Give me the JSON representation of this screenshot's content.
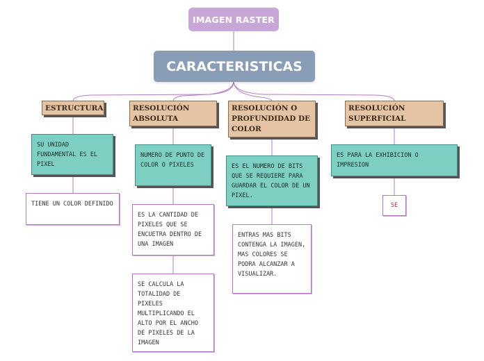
{
  "root": {
    "label": "IMAGEN RASTER"
  },
  "main": {
    "label": "CARACTERISTICAS"
  },
  "categories": [
    {
      "title": "ESTRUCTURA",
      "children": [
        "SU UNIDAD FUNDAMENTAL ES EL PIXEL",
        "TIENE UN COLOR DEFINIDO"
      ]
    },
    {
      "title": "RESOLUCIÓN ABSOLUTA",
      "children": [
        "NUMERO DE PUNTO DE COLOR O PIXELES",
        "ES LA CANTIDAD DE PIXELES QUE SE ENCUETRA DENTRO DE UNA IMAGEN",
        "SE CALCULA LA TOTALIDAD DE PIXELES MULTIPLICANDO EL ALTO POR EL ANCHO DE PIXELES DE LA IMAGEN"
      ]
    },
    {
      "title": "RESOLUCIÓN O PROFUNDIDAD DE COLOR",
      "children": [
        "ES EL NUMERO DE BITS QUE SE REQUIERE PARA GUARDAR EL COLOR DE UN PIXEL.",
        "ENTRAS MAS BITS CONTENGA LA IMAGEN, MAS COLORES SE PODRA ALCANZAR A VISUALIZAR."
      ]
    },
    {
      "title": "RESOLUCIÓN SUPERFICIAL",
      "children": [
        "ES PARA LA EXHIBICION O IMPRESION",
        "SE"
      ]
    }
  ],
  "colors": {
    "root": "#c9a6d8",
    "main": "#8a9db7",
    "category": "#e5c4a6",
    "detail_primary": "#7dcfc2",
    "detail_secondary": "#ffffff",
    "connector": "#b07ac0"
  }
}
